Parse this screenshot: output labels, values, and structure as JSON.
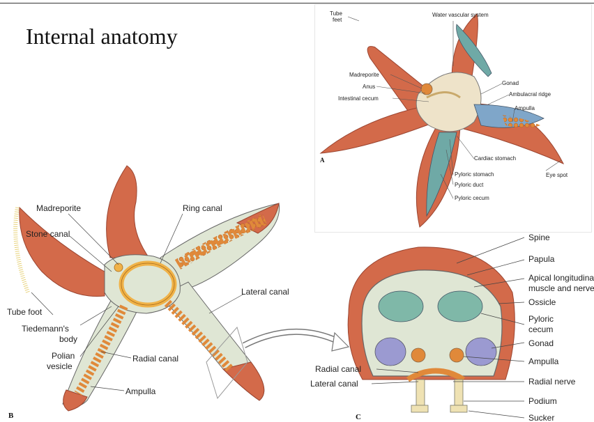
{
  "title": "Internal anatomy",
  "panel_a": {
    "letter": "A",
    "labels": {
      "tube_feet_1": "Tube",
      "tube_feet_2": "feet",
      "water_vascular": "Water vascular system",
      "madreporite": "Madreporite",
      "anus": "Anus",
      "intestinal_cecum": "Intestinal cecum",
      "gonad": "Gonad",
      "ambulacral_ridge": "Ambulacral ridge",
      "ampulla": "Ampulla",
      "cardiac_stomach": "Cardiac stomach",
      "pyloric_stomach": "Pyloric stomach",
      "pyloric_duct": "Pyloric duct",
      "pyloric_cecum": "Pyloric cecum",
      "eye_spot": "Eye spot"
    }
  },
  "panel_b": {
    "letter": "B",
    "labels": {
      "madreporite": "Madreporite",
      "ring_canal": "Ring canal",
      "stone_canal": "Stone canal",
      "lateral_canal": "Lateral canal",
      "tube_foot": "Tube foot",
      "tiedemann_1": "Tiedemann's",
      "tiedemann_2": "body",
      "polian_1": "Polian",
      "polian_2": "vesicle",
      "radial_canal": "Radial canal",
      "ampulla": "Ampulla"
    }
  },
  "panel_c": {
    "letter": "C",
    "labels": {
      "spine": "Spine",
      "papula": "Papula",
      "apical_1": "Apical longitudina",
      "apical_2": "muscle and nerve",
      "ossicle": "Ossicle",
      "pyloric_1": "Pyloric",
      "pyloric_2": "cecum",
      "gonad": "Gonad",
      "ampulla": "Ampulla",
      "radial_canal": "Radial canal",
      "lateral_canal": "Lateral canal",
      "radial_nerve": "Radial nerve",
      "podium": "Podium",
      "sucker": "Sucker"
    }
  },
  "colors": {
    "skin": "#d36a4a",
    "skin_dark": "#b5553a",
    "interior": "#dfe6d4",
    "ring": "#f0b248",
    "ampulla": "#e0893a",
    "gonad": "#7fa6c9",
    "cecum": "#7fb8a8"
  }
}
